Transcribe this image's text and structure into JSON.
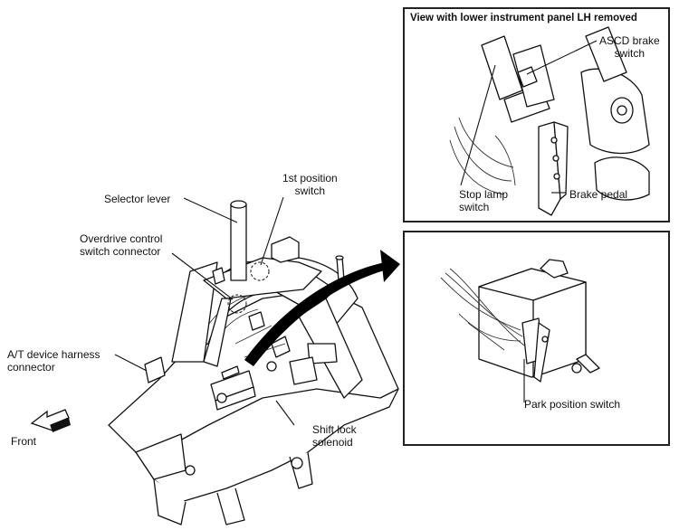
{
  "main_view": {
    "labels": {
      "selector_lever": "Selector lever",
      "first_position_switch": "1st position\nswitch",
      "overdrive_control_connector": "Overdrive control\nswitch connector",
      "at_device_harness_connector": "A/T device harness\nconnector",
      "front": "Front",
      "shift_lock_solenoid": "Shift lock\nsolenoid"
    }
  },
  "top_inset": {
    "title": "View with lower instrument panel LH removed",
    "labels": {
      "ascd_brake_switch": "ASCD brake\nswitch",
      "stop_lamp_switch": "Stop lamp\nswitch",
      "brake_pedal": "Brake pedal"
    }
  },
  "bottom_inset": {
    "labels": {
      "park_position_switch": "Park position switch"
    }
  }
}
